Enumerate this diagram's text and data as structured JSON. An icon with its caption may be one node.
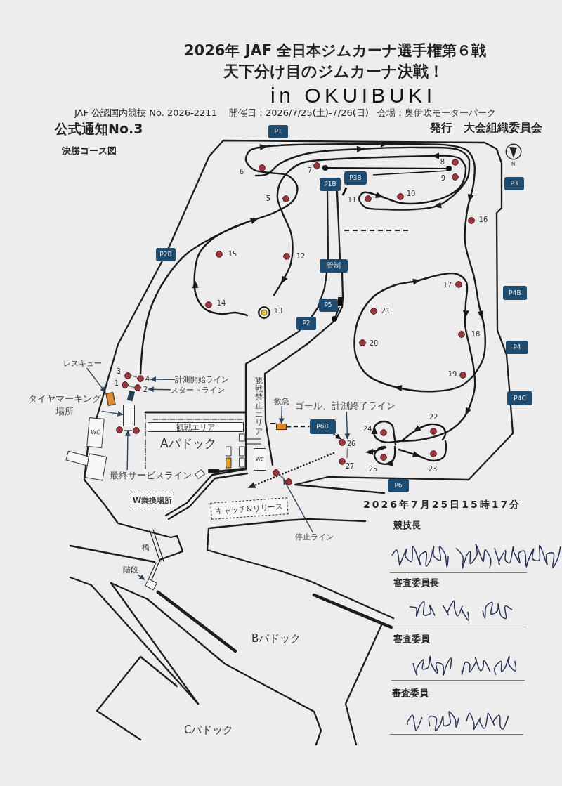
{
  "diagram": {
    "title": "2026年 JAF 全日本ジムカーナ選手権第６戦",
    "nodes": [
      {
        "text": [
          "P1"
        ]
      },
      {
        "text": [],
        "shape": "circle",
        "beside": [
          "8"
        ]
      },
      {
        "text": [],
        "shape": "circle",
        "beside": [
          "7"
        ]
      },
      {
        "text": [],
        "shape": "circle",
        "beside": [
          "6"
        ]
      },
      {
        "text": [],
        "shape": "circle",
        "beside": [
          "9"
        ]
      },
      {
        "text": [
          "P3B"
        ]
      },
      {
        "text": [
          "P3"
        ]
      },
      {
        "text": [
          "P1B"
        ]
      },
      {
        "text": [],
        "shape": "circle",
        "beside": [
          "10"
        ]
      },
      {
        "text": [],
        "shape": "circle",
        "beside": [
          "5"
        ]
      },
      {
        "text": [],
        "shape": "circle",
        "beside": [
          "11"
        ]
      },
      {
        "text": [],
        "shape": "circle",
        "beside": [
          "16"
        ]
      },
      {
        "text": [
          "P2B"
        ]
      },
      {
        "text": [],
        "shape": "circle",
        "beside": [
          "15"
        ]
      },
      {
        "text": [],
        "shape": "circle",
        "beside": [
          "12"
        ]
      },
      {
        "text": [
          "管制"
        ]
      },
      {
        "text": [],
        "shape": "circle",
        "beside": [
          "17"
        ]
      },
      {
        "text": [
          "P4B"
        ]
      },
      {
        "text": [
          "P5"
        ]
      },
      {
        "text": [],
        "shape": "circle",
        "beside": [
          "14"
        ]
      },
      {
        "text": [],
        "shape": "circle",
        "beside": [
          "21"
        ]
      },
      {
        "text": [],
        "shape": "circle",
        "beside": [
          "13"
        ]
      },
      {
        "text": [
          "P2"
        ]
      },
      {
        "text": [],
        "shape": "circle",
        "beside": [
          "18"
        ]
      },
      {
        "text": [],
        "shape": "circle",
        "beside": [
          "20"
        ]
      },
      {
        "text": [
          "P4"
        ]
      },
      {
        "text": [
          "レスキュー"
        ]
      },
      {
        "text": [],
        "shape": "circle",
        "beside": [
          "3"
        ]
      },
      {
        "text": [],
        "shape": "circle",
        "beside": [
          "19"
        ]
      },
      {
        "text": [],
        "shape": "circle",
        "beside": [
          "4"
        ]
      },
      {
        "text": [
          "計測開始ライン"
        ]
      },
      {
        "text": [],
        "shape": "circle",
        "beside": [
          "1"
        ]
      },
      {
        "text": [],
        "shape": "circle",
        "beside": [
          "2"
        ]
      },
      {
        "text": [
          "スタートライン"
        ]
      },
      {
        "text": [],
        "shape": "box"
      },
      {
        "text": [
          "P4C"
        ]
      },
      {
        "text": [
          "タイヤマーキング場所"
        ]
      },
      {
        "text": [
          "救急"
        ]
      },
      {
        "text": [
          "ゴール、計測終了ライン"
        ]
      },
      {
        "text": [],
        "shape": "box"
      },
      {
        "text": [
          "WC"
        ]
      },
      {
        "text": [],
        "shape": "circle",
        "beside": [
          "24"
        ]
      },
      {
        "text": [
          "観戦エリア"
        ]
      },
      {
        "text": [],
        "shape": "box"
      },
      {
        "text": [
          "P6B"
        ]
      },
      {
        "text": [],
        "shape": "circle",
        "beside": [
          "22"
        ]
      },
      {
        "text": [],
        "shape": "circle",
        "beside": [
          "26"
        ]
      },
      {
        "text": [],
        "shape": "circle",
        "beside": [
          "23"
        ]
      },
      {
        "text": [],
        "shape": "circle",
        "beside": [
          "25"
        ]
      },
      {
        "text": [
          "WC"
        ]
      },
      {
        "text": [],
        "shape": "circle",
        "beside": [
          "27"
        ]
      },
      {
        "text": [
          "最終サービスライン"
        ]
      },
      {
        "text": [
          "P6"
        ]
      },
      {
        "text": [
          "W乗換場所"
        ]
      },
      {
        "text": [
          "キャッチ&リリース"
        ]
      },
      {
        "text": [
          "停止ライン"
        ]
      },
      {
        "text": [
          "階段"
        ]
      },
      {
        "text": [],
        "shape": "box"
      },
      {
        "text": [],
        "shape": "bar"
      },
      {
        "text": [],
        "shape": "bar"
      }
    ],
    "edges": [
      {
        "from": 26,
        "to": 34,
        "arrow": "to"
      },
      {
        "from": 30,
        "to": 29,
        "arrow": "to"
      },
      {
        "from": 33,
        "to": 32,
        "arrow": "to"
      },
      {
        "from": 36,
        "to": 39,
        "arrow": "to"
      },
      {
        "from": 51,
        "to": 58,
        "arrow": "to"
      },
      {
        "from": 37,
        "to": 43,
        "arrow": "to"
      },
      {
        "from": 38,
        "to": 46,
        "arrow": "to"
      },
      {
        "from": 44,
        "to": 46,
        "arrow": "to",
        "color": "#111111"
      },
      {
        "from": 55,
        "to": 59,
        "arrow": "to"
      },
      {
        "from": 56,
        "to": 57,
        "arrow": "to"
      },
      {
        "from": 43,
        "to": 44,
        "arrow": "none",
        "style": "dashed",
        "color": "#222222"
      },
      {
        "from": 27,
        "to": 29,
        "arrow": "none",
        "color": "#777777"
      },
      {
        "from": 31,
        "to": 32,
        "arrow": "none",
        "color": "#777777"
      },
      {
        "from": 46,
        "to": 50,
        "arrow": "none",
        "color": "#777777"
      }
    ],
    "labels": [
      "天下分け目のジムカーナ決戦！",
      "in OKUIBUKI",
      "JAF 公認国内競技 No. 2026-2211",
      "開催日：2026/7/25(土)-7/26(日)",
      "会場：奥伊吹モーターパーク",
      "公式通知No.3",
      "発行　大会組織委員会",
      "決勝コース図",
      "N",
      "観戦禁止エリア",
      "Aパドック",
      "2026年7月25日15時17分",
      "競技長",
      "橋",
      "審査委員長",
      "Bパドック",
      "審査委員",
      "Cパドック",
      "審査委員"
    ]
  }
}
